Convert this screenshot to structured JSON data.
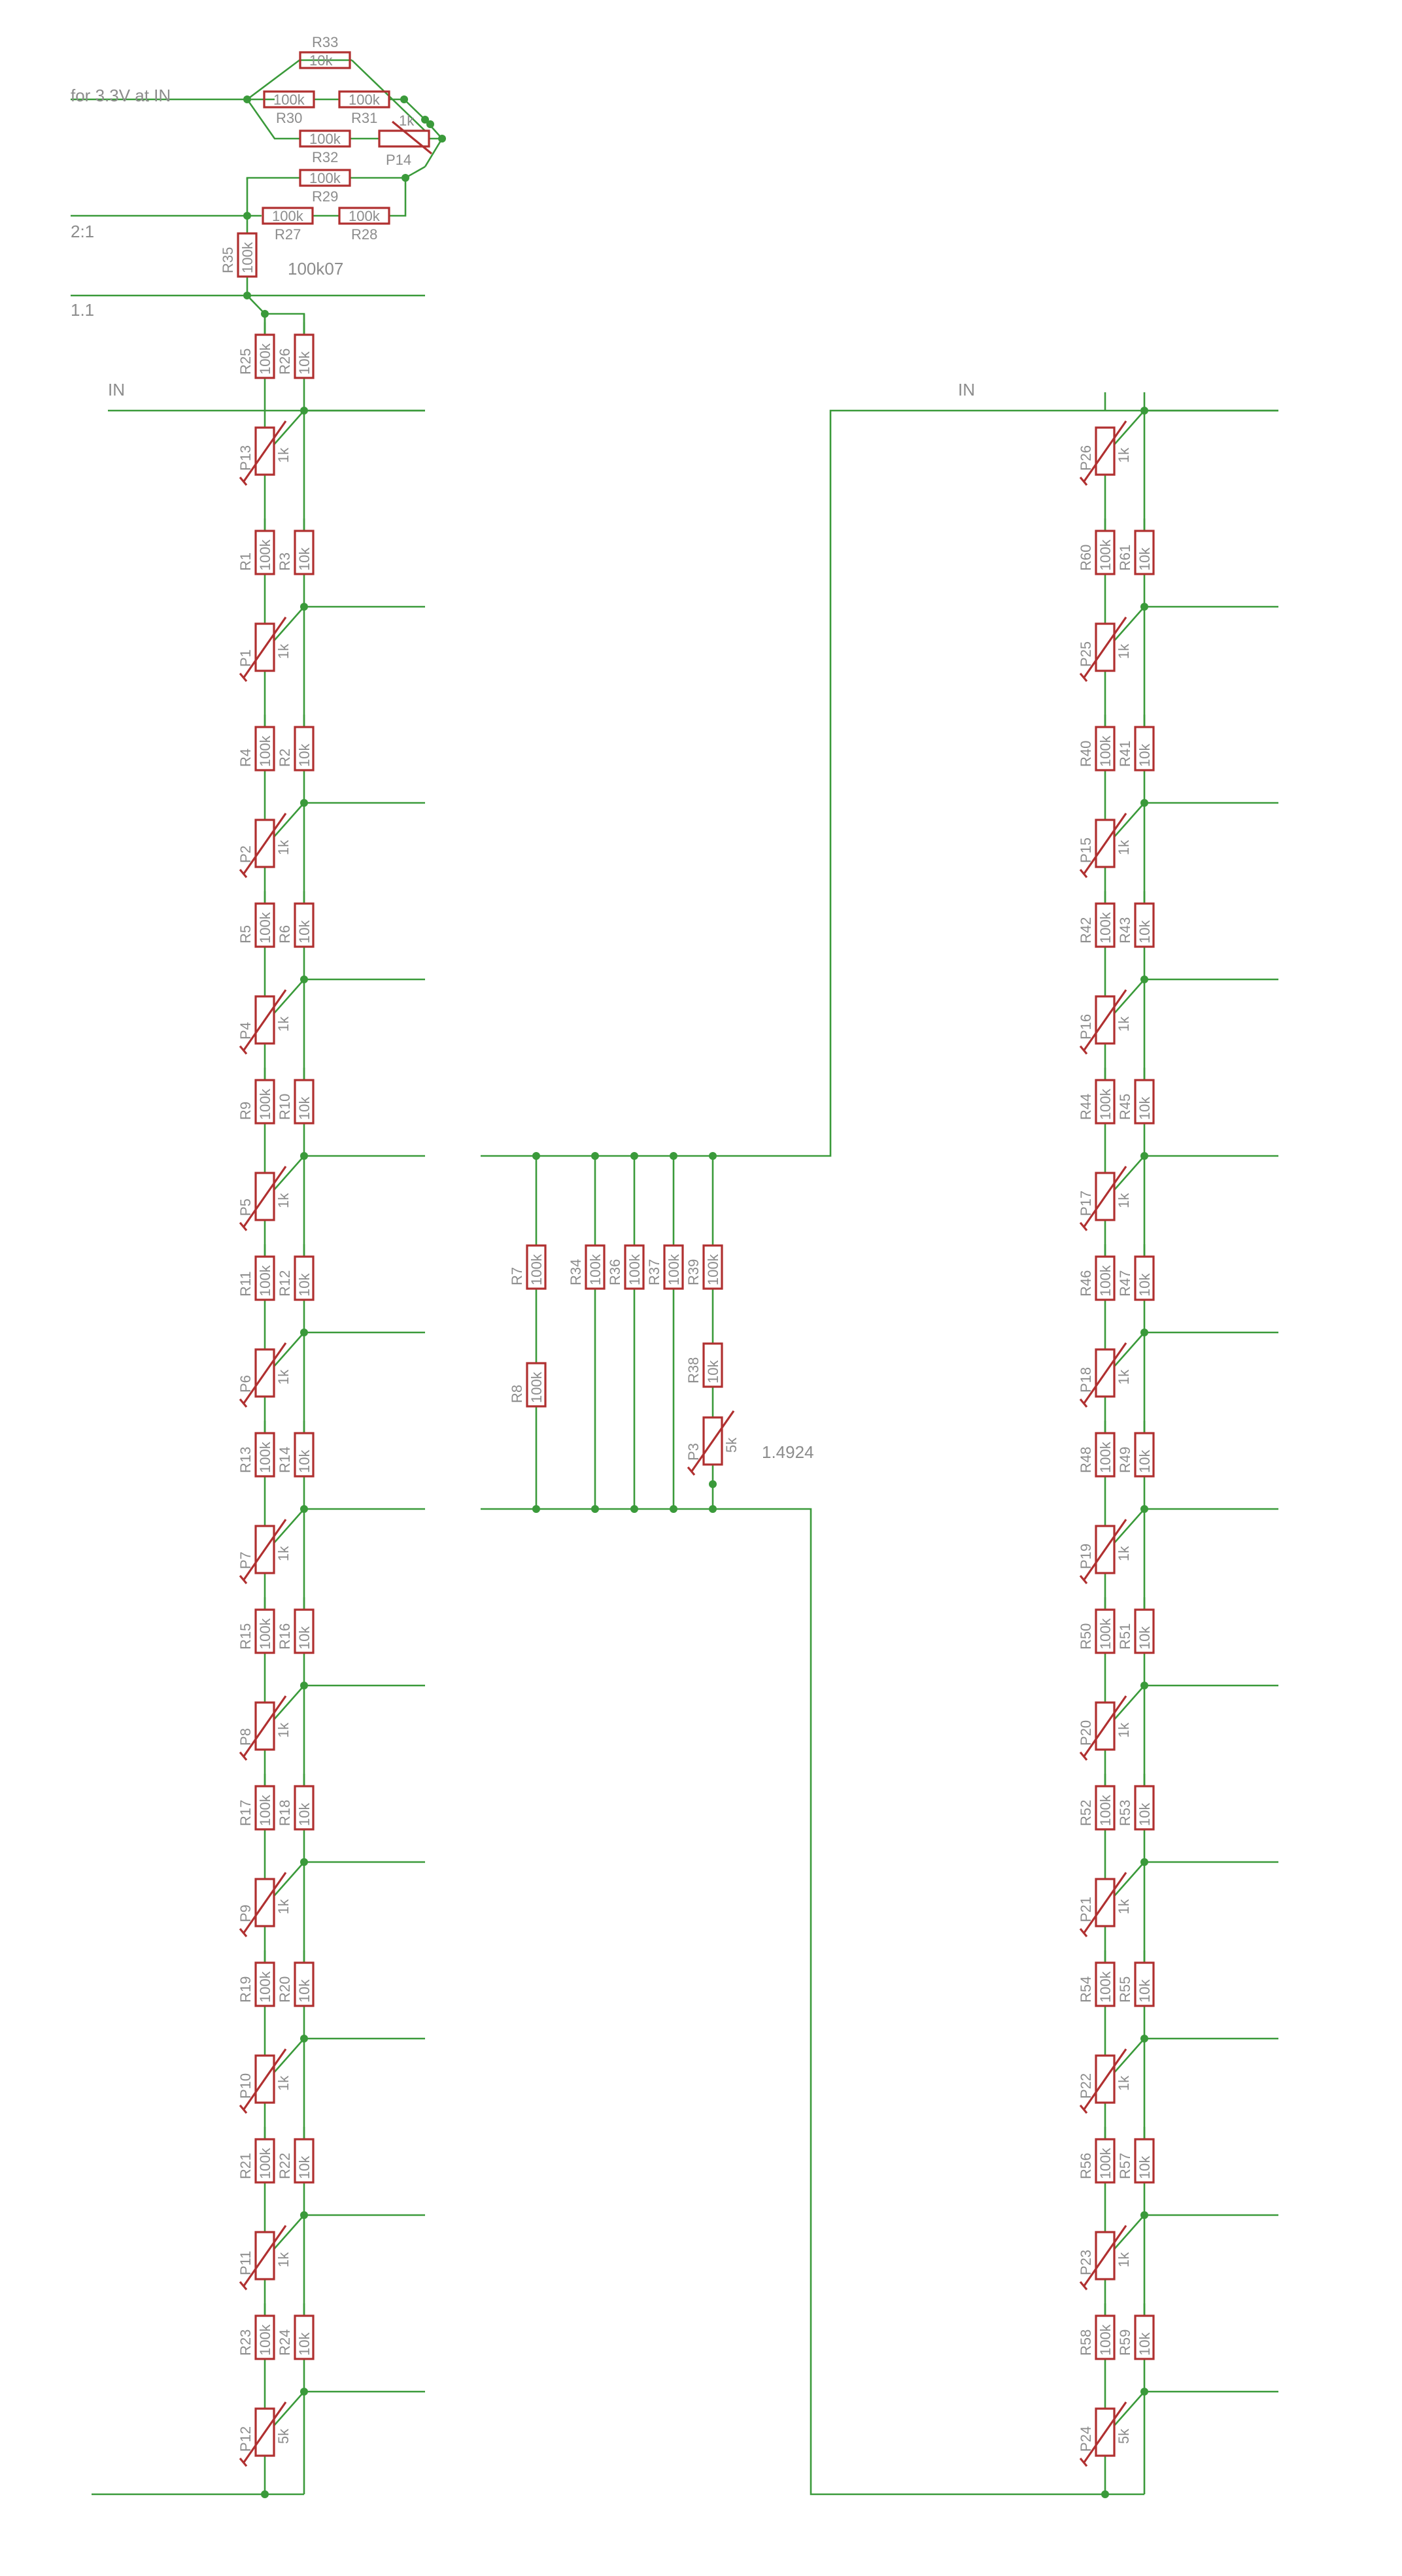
{
  "labels": {
    "in_33v": "for 3.3V at IN",
    "ratio_2_1": "2:1",
    "ratio_1_1": "1.1",
    "in_left": "IN",
    "in_right": "IN",
    "note_100k07": "100k07",
    "note_p3": "1.4924"
  },
  "top_network": [
    {
      "name": "R33",
      "value": "10k"
    },
    {
      "name": "R30",
      "value": "100k"
    },
    {
      "name": "R31",
      "value": "100k"
    },
    {
      "name": "R32",
      "value": "100k"
    },
    {
      "name": "P14",
      "value": "1k"
    },
    {
      "name": "R29",
      "value": "100k"
    },
    {
      "name": "R27",
      "value": "100k"
    },
    {
      "name": "R28",
      "value": "100k"
    },
    {
      "name": "R35",
      "value": "100k"
    }
  ],
  "left_ladder": [
    {
      "r100": "R25",
      "r10": "R26",
      "pot": "P13",
      "pot_value": "1k"
    },
    {
      "r100": "R1",
      "r10": "R3",
      "pot": "P1",
      "pot_value": "1k"
    },
    {
      "r100": "R4",
      "r10": "R2",
      "pot": "P2",
      "pot_value": "1k"
    },
    {
      "r100": "R5",
      "r10": "R6",
      "pot": "P4",
      "pot_value": "1k"
    },
    {
      "r100": "R9",
      "r10": "R10",
      "pot": "P5",
      "pot_value": "1k"
    },
    {
      "r100": "R11",
      "r10": "R12",
      "pot": "P6",
      "pot_value": "1k"
    },
    {
      "r100": "R13",
      "r10": "R14",
      "pot": "P7",
      "pot_value": "1k"
    },
    {
      "r100": "R15",
      "r10": "R16",
      "pot": "P8",
      "pot_value": "1k"
    },
    {
      "r100": "R17",
      "r10": "R18",
      "pot": "P9",
      "pot_value": "1k"
    },
    {
      "r100": "R19",
      "r10": "R20",
      "pot": "P10",
      "pot_value": "1k"
    },
    {
      "r100": "R21",
      "r10": "R22",
      "pot": "P11",
      "pot_value": "1k"
    },
    {
      "r100": "R23",
      "r10": "R24",
      "pot": "P12",
      "pot_value": "5k"
    }
  ],
  "right_ladder": [
    {
      "r100": null,
      "r10": null,
      "pot": "P26",
      "pot_value": "1k"
    },
    {
      "r100": "R60",
      "r10": "R61",
      "pot": "P25",
      "pot_value": "1k"
    },
    {
      "r100": "R40",
      "r10": "R41",
      "pot": "P15",
      "pot_value": "1k"
    },
    {
      "r100": "R42",
      "r10": "R43",
      "pot": "P16",
      "pot_value": "1k"
    },
    {
      "r100": "R44",
      "r10": "R45",
      "pot": "P17",
      "pot_value": "1k"
    },
    {
      "r100": "R46",
      "r10": "R47",
      "pot": "P18",
      "pot_value": "1k"
    },
    {
      "r100": "R48",
      "r10": "R49",
      "pot": "P19",
      "pot_value": "1k"
    },
    {
      "r100": "R50",
      "r10": "R51",
      "pot": "P20",
      "pot_value": "1k"
    },
    {
      "r100": "R52",
      "r10": "R53",
      "pot": "P21",
      "pot_value": "1k"
    },
    {
      "r100": "R54",
      "r10": "R55",
      "pot": "P22",
      "pot_value": "1k"
    },
    {
      "r100": "R56",
      "r10": "R57",
      "pot": "P23",
      "pot_value": "1k"
    },
    {
      "r100": "R58",
      "r10": "R59",
      "pot": "P24",
      "pot_value": "5k"
    }
  ],
  "middle_bank": [
    {
      "name": "R7",
      "value": "100k"
    },
    {
      "name": "R8",
      "value": "100k"
    },
    {
      "name": "R34",
      "value": "100k"
    },
    {
      "name": "R36",
      "value": "100k"
    },
    {
      "name": "R37",
      "value": "100k"
    },
    {
      "name": "R39",
      "value": "100k"
    },
    {
      "name": "R38",
      "value": "10k"
    },
    {
      "name": "P3",
      "value": "5k"
    }
  ],
  "component_values": {
    "r100": "100k",
    "r10": "10k"
  },
  "colors": {
    "wire": "#3a9a3a",
    "component": "#b03030",
    "text": "#8c8c8c"
  }
}
